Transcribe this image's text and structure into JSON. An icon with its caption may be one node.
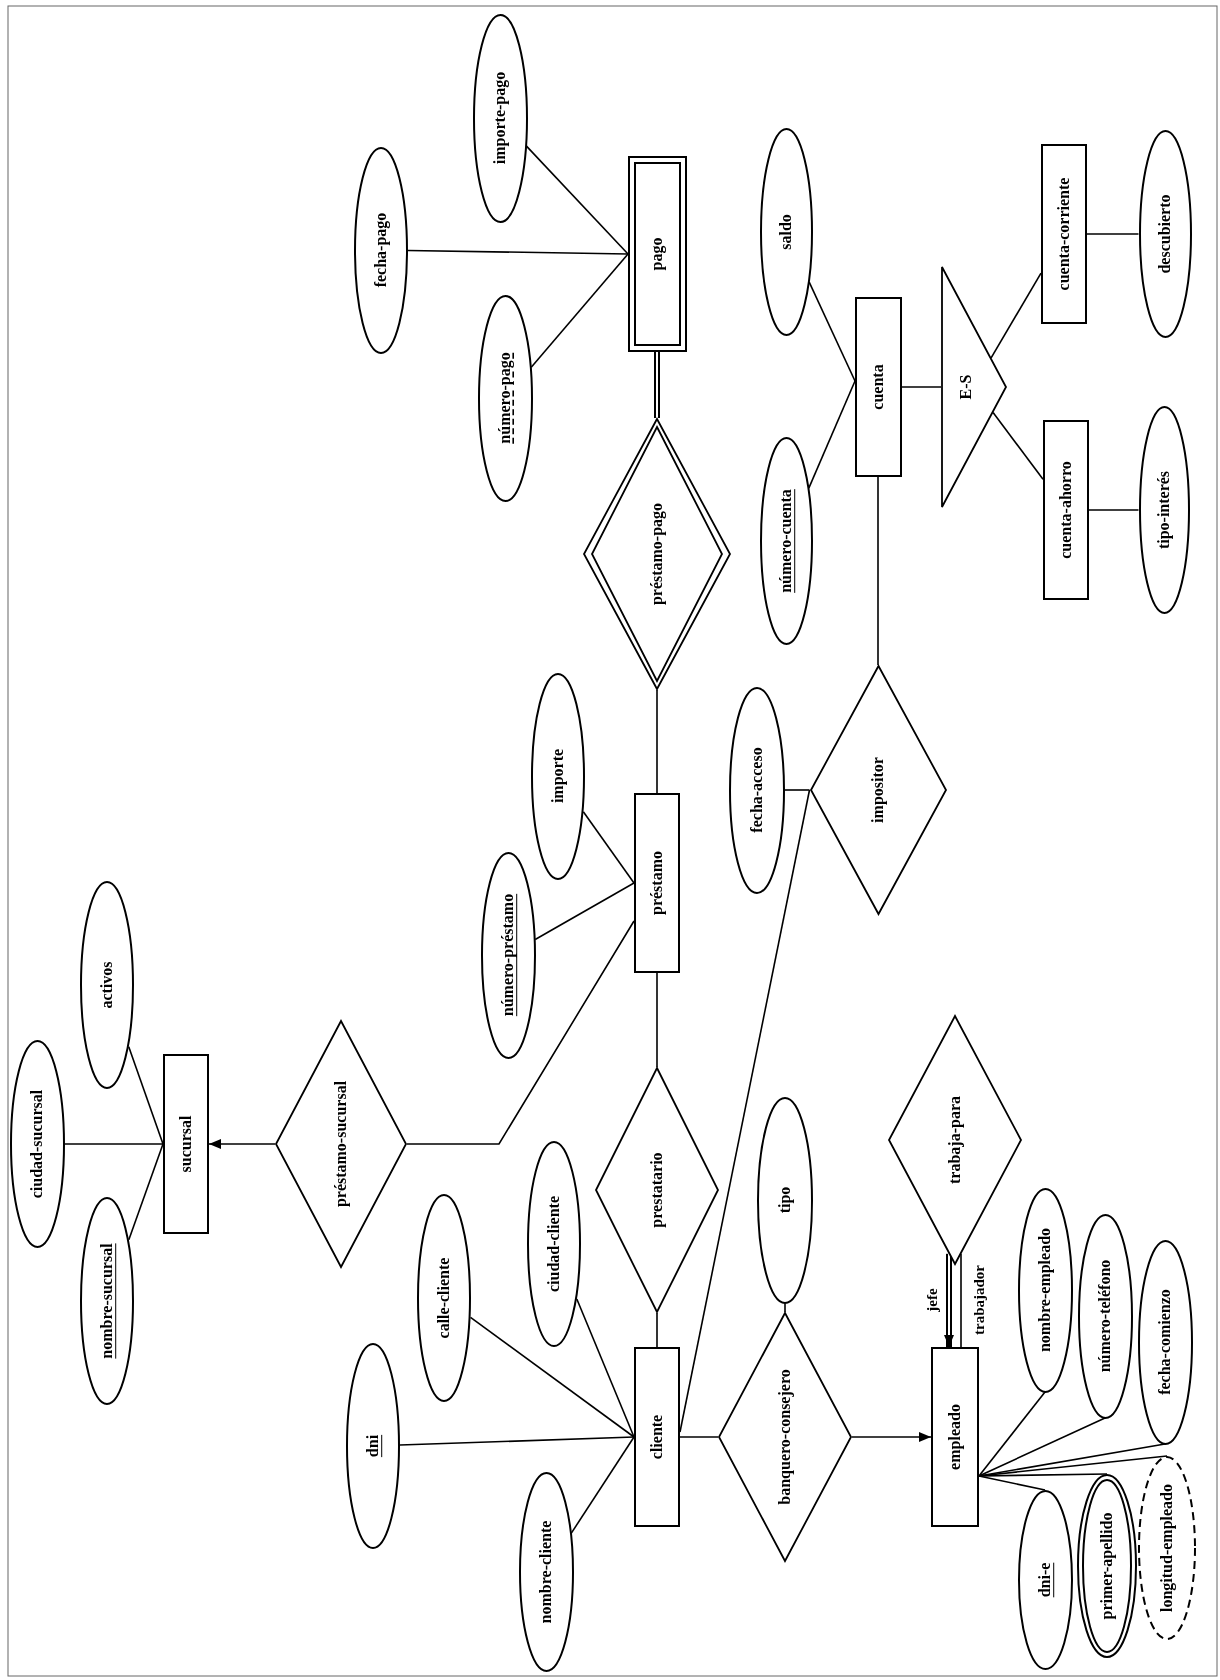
{
  "diagram": {
    "nodes": [
      {
        "text": [
          "sucursal"
        ]
      },
      {
        "text": [
          "ciudad-sucursal"
        ]
      },
      {
        "text": [
          "activos"
        ]
      },
      {
        "text": [
          "nombre-sucursal"
        ]
      },
      {
        "text": [
          "préstamo-sucursal"
        ]
      },
      {
        "text": [
          "préstamo"
        ]
      },
      {
        "text": [
          "número-préstamo"
        ]
      },
      {
        "text": [
          "importe"
        ]
      },
      {
        "text": [
          "préstamo-pago"
        ]
      },
      {
        "text": [
          "pago"
        ]
      },
      {
        "text": [
          "fecha-pago"
        ]
      },
      {
        "text": [
          "número-pago"
        ]
      },
      {
        "text": [
          "importe-pago"
        ]
      },
      {
        "text": [
          "prestatario"
        ]
      },
      {
        "text": [
          "cliente"
        ]
      },
      {
        "text": [
          "dni"
        ]
      },
      {
        "text": [
          "nombre-cliente"
        ]
      },
      {
        "text": [
          "calle-cliente"
        ]
      },
      {
        "text": [
          "ciudad-cliente"
        ]
      },
      {
        "text": [
          "banquero-consejero"
        ]
      },
      {
        "text": [
          "tipo"
        ]
      },
      {
        "text": [
          "empleado"
        ]
      },
      {
        "text": [
          "trabaja-para"
        ]
      },
      {
        "text": [
          "nombre-empleado"
        ]
      },
      {
        "text": [
          "número-teléfono"
        ]
      },
      {
        "text": [
          "fecha-comienzo"
        ]
      },
      {
        "text": [
          "dni-e"
        ]
      },
      {
        "text": [
          "primer-apellido"
        ]
      },
      {
        "text": [
          "longitud-empleado"
        ]
      },
      {
        "text": [
          "impositor"
        ]
      },
      {
        "text": [
          "fecha-acceso"
        ]
      },
      {
        "text": [
          "cuenta"
        ]
      },
      {
        "text": [
          "saldo"
        ]
      },
      {
        "text": [
          "número-cuenta"
        ]
      },
      {
        "text": [
          "E-S"
        ]
      },
      {
        "text": [
          "cuenta-corriente"
        ]
      },
      {
        "text": [
          "cuenta-ahorro"
        ]
      },
      {
        "text": [
          "descubierto"
        ]
      },
      {
        "text": [
          "tipo-interés"
        ]
      }
    ],
    "edges": [
      {
        "from": 0,
        "to": 1,
        "arrow": "none"
      },
      {
        "from": 0,
        "to": 2,
        "arrow": "none"
      },
      {
        "from": 0,
        "to": 3,
        "arrow": "none"
      },
      {
        "from": 4,
        "to": 0,
        "arrow": "to"
      },
      {
        "from": 4,
        "to": 5,
        "arrow": "none"
      },
      {
        "from": 5,
        "to": 6,
        "arrow": "none"
      },
      {
        "from": 5,
        "to": 7,
        "arrow": "none"
      },
      {
        "from": 8,
        "to": 5,
        "arrow": "none"
      },
      {
        "from": 8,
        "to": 9,
        "arrow": "none",
        "style": "thick"
      },
      {
        "from": 9,
        "to": 10,
        "arrow": "none"
      },
      {
        "from": 9,
        "to": 11,
        "arrow": "none"
      },
      {
        "from": 9,
        "to": 12,
        "arrow": "none"
      },
      {
        "from": 13,
        "to": 5,
        "arrow": "none"
      },
      {
        "from": 13,
        "to": 14,
        "arrow": "none"
      },
      {
        "from": 14,
        "to": 15,
        "arrow": "none"
      },
      {
        "from": 14,
        "to": 16,
        "arrow": "none"
      },
      {
        "from": 14,
        "to": 17,
        "arrow": "none"
      },
      {
        "from": 14,
        "to": 18,
        "arrow": "none"
      },
      {
        "from": 14,
        "to": 19,
        "arrow": "none"
      },
      {
        "from": 19,
        "to": 21,
        "arrow": "to"
      },
      {
        "from": 19,
        "to": 20,
        "arrow": "none"
      },
      {
        "from": 22,
        "to": 21,
        "arrow": "to",
        "label": "jefe",
        "style": "thick"
      },
      {
        "from": 22,
        "to": 21,
        "arrow": "none",
        "label": "trabajador"
      },
      {
        "from": 21,
        "to": 23,
        "arrow": "none"
      },
      {
        "from": 21,
        "to": 24,
        "arrow": "none"
      },
      {
        "from": 21,
        "to": 25,
        "arrow": "none"
      },
      {
        "from": 21,
        "to": 26,
        "arrow": "none"
      },
      {
        "from": 21,
        "to": 27,
        "arrow": "none"
      },
      {
        "from": 21,
        "to": 28,
        "arrow": "none"
      },
      {
        "from": 29,
        "to": 14,
        "arrow": "none"
      },
      {
        "from": 29,
        "to": 30,
        "arrow": "none"
      },
      {
        "from": 29,
        "to": 31,
        "arrow": "none"
      },
      {
        "from": 31,
        "to": 32,
        "arrow": "none"
      },
      {
        "from": 31,
        "to": 33,
        "arrow": "none"
      },
      {
        "from": 31,
        "to": 34,
        "arrow": "none"
      },
      {
        "from": 34,
        "to": 35,
        "arrow": "none"
      },
      {
        "from": 34,
        "to": 36,
        "arrow": "none"
      },
      {
        "from": 35,
        "to": 37,
        "arrow": "none"
      },
      {
        "from": 36,
        "to": 38,
        "arrow": "none"
      }
    ]
  }
}
